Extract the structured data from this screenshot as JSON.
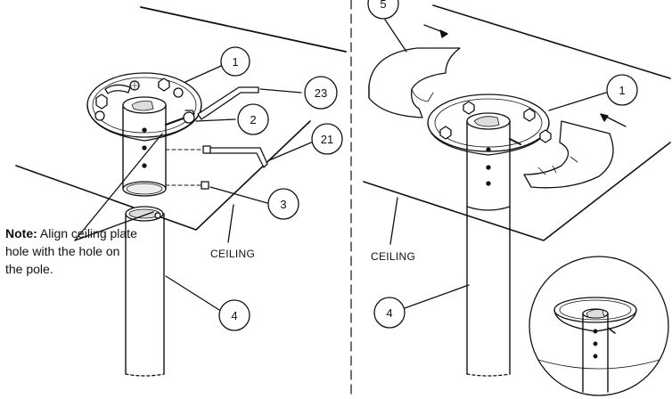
{
  "callouts": {
    "c1_left": "1",
    "c2": "2",
    "c3": "3",
    "c4_left": "4",
    "c21": "21",
    "c23": "23",
    "c5": "5",
    "c1_right": "1",
    "c4_right": "4"
  },
  "labels": {
    "ceiling_left": "CEILING",
    "ceiling_right": "CEILING"
  },
  "note": {
    "prefix": "Note:",
    "text": " Align ceiling plate hole with the hole on the pole."
  }
}
